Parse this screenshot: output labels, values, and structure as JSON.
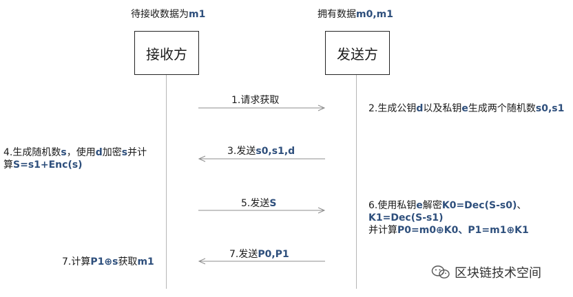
{
  "receiver": {
    "header_prefix": "待接收数据为",
    "header_var": "m1",
    "box_label": "接收方"
  },
  "sender": {
    "header_prefix": "拥有数据",
    "header_var": "m0,m1",
    "box_label": "发送方"
  },
  "messages": [
    {
      "prefix": "1.请求获取",
      "var": ""
    },
    {
      "prefix": "3.发送",
      "var": "s0,s1,d"
    },
    {
      "prefix": "5.发送",
      "var": "S"
    },
    {
      "prefix": "7.发送",
      "var": "P0,P1"
    }
  ],
  "notes": {
    "step2": {
      "p1": "2.生成公钥",
      "v1": "d",
      "p2": "以及私钥",
      "v2": "e",
      "p3": "生成两个随机数",
      "v3": "s0,s1"
    },
    "step4": {
      "l1a": "4.生成随机数",
      "l1v": "s",
      "l1b": "，使用",
      "l1v2": "d",
      "l1c": "加密",
      "l1v3": "s",
      "l1d": "并计",
      "l2a": "算",
      "l2v": "S=s1+Enc(s)"
    },
    "step6": {
      "l1a": "6.使用私钥",
      "l1v": "e",
      "l1b": "解密",
      "l1v2": "K0=Dec(S-s0)",
      "l1c": "、",
      "l2v": "K1=Dec(S-s1)",
      "l3a": "并计算",
      "l3v": "P0=m0⊕K0、P1=m1⊕K1"
    },
    "step7": {
      "a": "7.计算",
      "v": "P1⊕s",
      "b": "获取",
      "v2": "m1"
    }
  },
  "watermark": {
    "text": "区块链技术空间",
    "icon": "wechat-icon"
  },
  "colors": {
    "highlight": "#2e4f7c",
    "lifeline": "#b5b5b5",
    "arrow": "#8c8c8c"
  }
}
